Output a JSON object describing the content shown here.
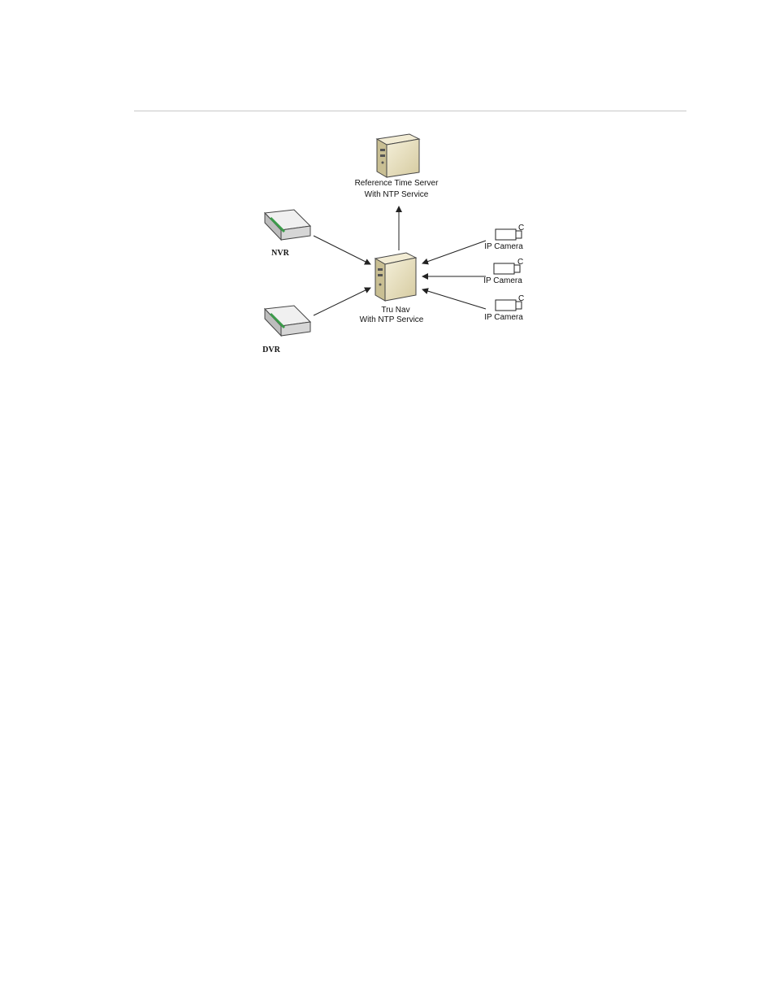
{
  "diagram": {
    "nodes": {
      "reference_server": {
        "line1": "Reference Time Server",
        "line2": "With NTP Service"
      },
      "tru_nav": {
        "line1": "Tru Nav",
        "line2": "With NTP Service"
      },
      "nvr": {
        "label": "NVR"
      },
      "dvr": {
        "label": "DVR"
      },
      "cameras": [
        {
          "label": "IP Camera"
        },
        {
          "label": "IP Camera"
        },
        {
          "label": "IP Camera"
        }
      ]
    },
    "colors": {
      "server_body": "#ece3c4",
      "server_side": "#c9bf93",
      "recorder_body": "#e3e3e3",
      "recorder_accent": "#3c9b4a",
      "line": "#222222"
    }
  }
}
